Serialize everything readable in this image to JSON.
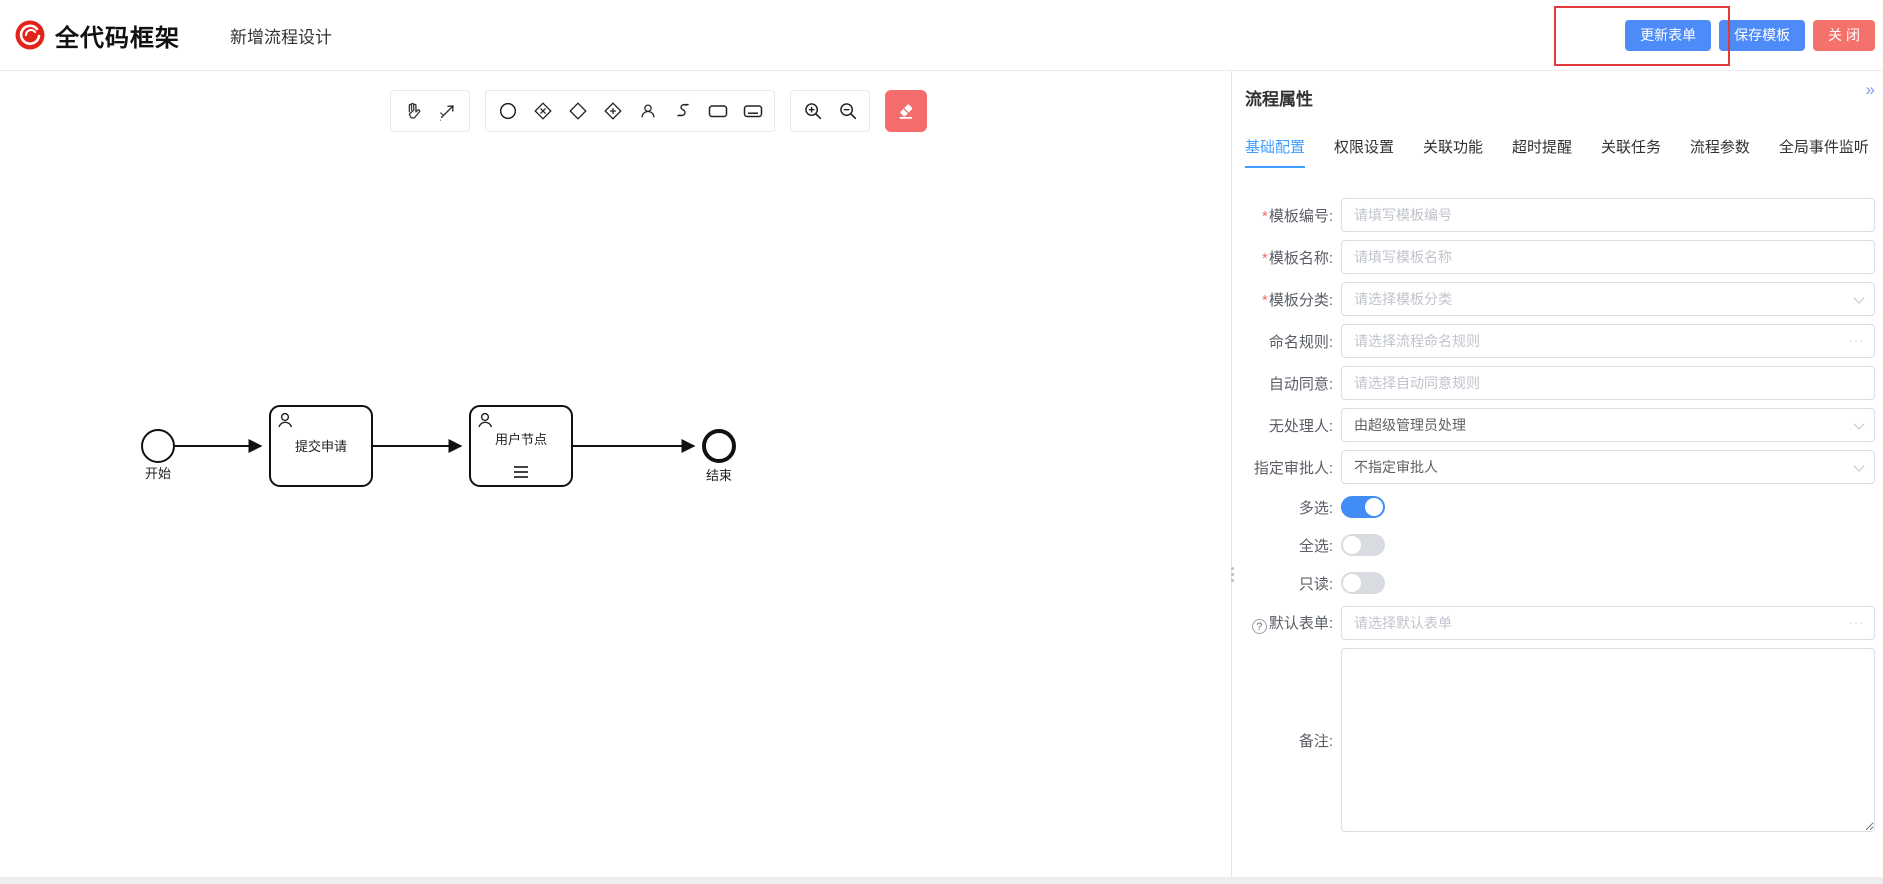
{
  "header": {
    "logo_text": "全代码框架",
    "page_title": "新增流程设计",
    "update_form_btn": "更新表单",
    "save_template_btn": "保存模板",
    "close_btn": "关 闭"
  },
  "toolbar": {
    "tools": [
      "hand-tool",
      "lasso-tool",
      "start-event",
      "gateway-xor",
      "gateway",
      "gateway-event",
      "user-task",
      "subprocess",
      "task",
      "participant",
      "zoom-in",
      "zoom-out",
      "clear"
    ]
  },
  "diagram": {
    "nodes": {
      "start": "开始",
      "task1": "提交申请",
      "task2": "用户节点",
      "end": "结束"
    }
  },
  "panel": {
    "title": "流程属性",
    "collapse": "»",
    "tabs": [
      "基础配置",
      "权限设置",
      "关联功能",
      "超时提醒",
      "关联任务",
      "流程参数",
      "全局事件监听"
    ],
    "active_tab": "基础配置",
    "fields": {
      "template_no": {
        "required": "*",
        "label": "模板编号:",
        "placeholder": "请填写模板编号"
      },
      "template_name": {
        "required": "*",
        "label": "模板名称:",
        "placeholder": "请填写模板名称"
      },
      "template_category": {
        "required": "*",
        "label": "模板分类:",
        "placeholder": "请选择模板分类"
      },
      "naming_rule": {
        "label": "命名规则:",
        "placeholder": "请选择流程命名规则",
        "suffix": "···"
      },
      "auto_agree": {
        "label": "自动同意:",
        "placeholder": "请选择自动同意规则"
      },
      "no_handler": {
        "label": "无处理人:",
        "value": "由超级管理员处理"
      },
      "assigned_approver": {
        "label": "指定审批人:",
        "value": "不指定审批人"
      },
      "multi_select": {
        "label": "多选:",
        "on": true
      },
      "select_all": {
        "label": "全选:",
        "on": false
      },
      "readonly": {
        "label": "只读:",
        "on": false
      },
      "default_form": {
        "label": "默认表单:",
        "help": "?",
        "placeholder": "请选择默认表单",
        "suffix": "···"
      },
      "remark": {
        "label": "备注:"
      }
    }
  },
  "colors": {
    "primary_blue": "#4d8bf8",
    "danger_red": "#f56c6c",
    "tab_active": "#409eff",
    "toggle_on": "#418cf5",
    "annotation_red": "#e03a3a",
    "logo_red": "#e2231a"
  }
}
